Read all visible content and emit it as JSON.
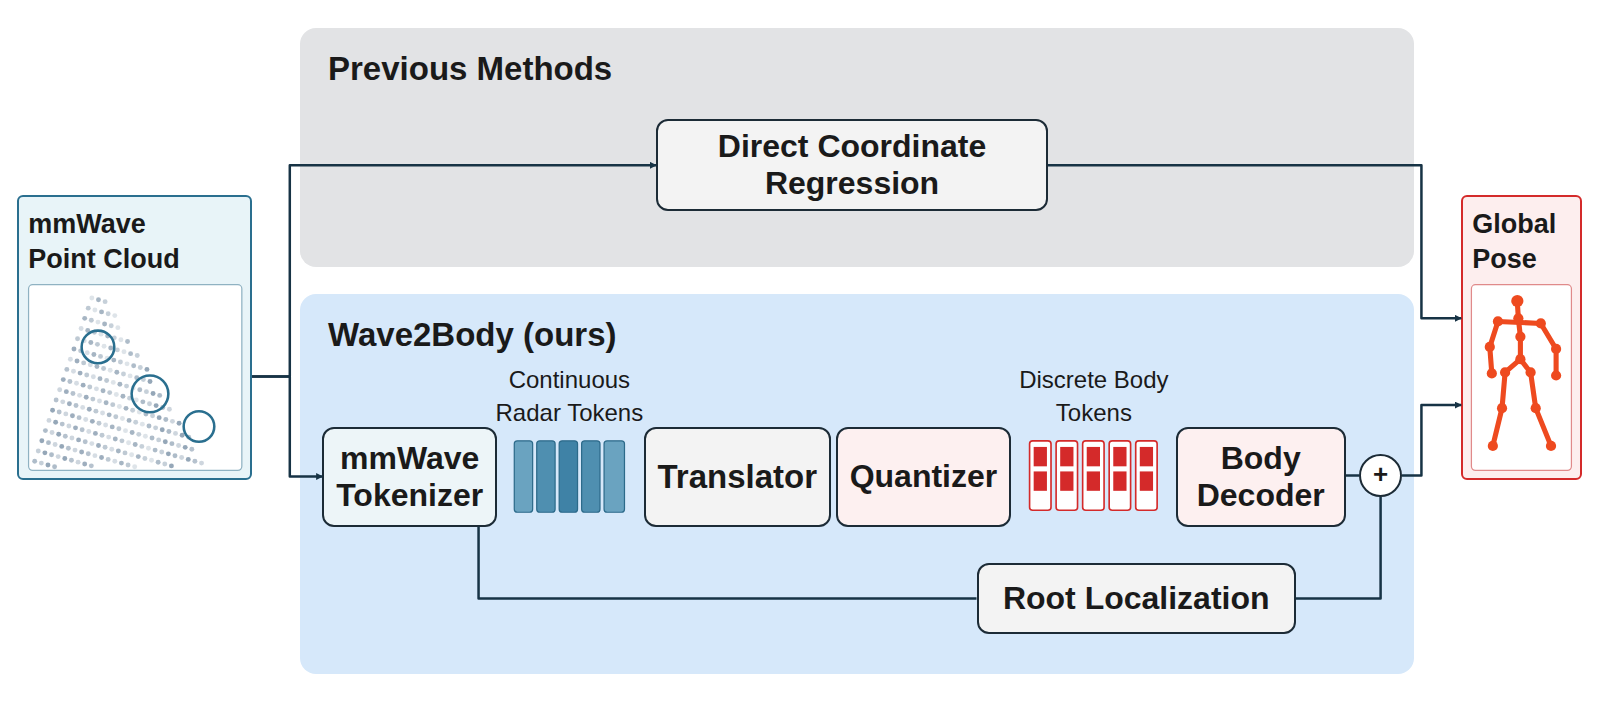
{
  "diagram": {
    "nodes": [
      {
        "text": [
          "mmWave Point Cloud"
        ]
      },
      {
        "text": [
          "Previous Methods"
        ]
      },
      {
        "text": [
          "Direct Coordinate Regression"
        ],
        "in": 1
      },
      {
        "text": [
          "Wave2Body (ours)"
        ]
      },
      {
        "text": [
          "mmWave Tokenizer"
        ],
        "in": 3
      },
      {
        "text": [
          "Translator"
        ],
        "in": 3
      },
      {
        "text": [
          "Quantizer"
        ],
        "in": 3
      },
      {
        "text": [
          "Body Decoder"
        ],
        "in": 3
      },
      {
        "text": [
          "Root Localization"
        ],
        "in": 3
      },
      {
        "text": [
          "+"
        ],
        "in": 3
      },
      {
        "text": [
          "Global Pose"
        ]
      }
    ],
    "edges": [
      {
        "from": 0,
        "to": 2,
        "arrow": "to"
      },
      {
        "from": 2,
        "to": 10,
        "arrow": "to"
      },
      {
        "from": 0,
        "to": 4,
        "arrow": "to"
      },
      {
        "from": 7,
        "to": 9,
        "arrow": "none"
      },
      {
        "from": 4,
        "to": 8,
        "arrow": "none"
      },
      {
        "from": 8,
        "to": 9,
        "arrow": "none"
      },
      {
        "from": 9,
        "to": 10,
        "arrow": "to"
      }
    ],
    "labels": [
      "Continuous Radar Tokens",
      "Discrete Body Tokens"
    ]
  }
}
